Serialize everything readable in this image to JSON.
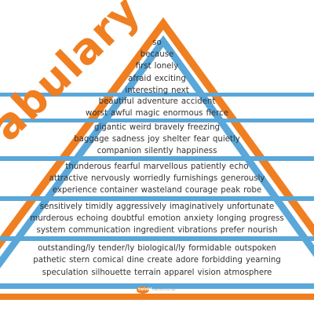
{
  "colors": {
    "orange": "#f07f21",
    "blue": "#5aa7d9",
    "inner_blue": "#4a9bd2",
    "text": "#333333"
  },
  "heading": {
    "text": "abulary"
  },
  "tiers": [
    {
      "rows": [
        [
          "so"
        ],
        [
          "because"
        ],
        [
          "first",
          "lonely"
        ],
        [
          "afraid",
          "exciting"
        ],
        [
          "interesting",
          "next"
        ]
      ]
    },
    {
      "rows": [
        [
          "beautiful",
          "adventure",
          "accident"
        ],
        [
          "worst",
          "awful",
          "magic",
          "enormous",
          "fierce"
        ]
      ]
    },
    {
      "rows": [
        [
          "gigantic",
          "weird",
          "bravely",
          "freezing"
        ],
        [
          "baggage",
          "sadness",
          "joy",
          "shelter",
          "fear",
          "quietly"
        ],
        [
          "companion",
          "silently",
          "happiness"
        ]
      ]
    },
    {
      "rows": [
        [
          "thunderous",
          "fearful",
          "marvellous",
          "patiently",
          "echo"
        ],
        [
          "attractive",
          "nervously",
          "worriedly",
          "furnishings",
          "generously"
        ],
        [
          "experience",
          "container",
          "wasteland",
          "courage",
          "peak",
          "robe"
        ]
      ]
    },
    {
      "rows": [
        [
          "sensitively",
          "timidly",
          "aggressively",
          "imaginatively",
          "unfortunate"
        ],
        [
          "murderous",
          "echoing",
          "doubtful",
          "emotion",
          "anxiety",
          "longing",
          "progress"
        ],
        [
          "system",
          "communication",
          "ingredient",
          "vibrations",
          "prefer",
          "nourish"
        ]
      ]
    },
    {
      "rows": [
        [
          "outstanding/ly",
          "tender/ly",
          "biological/ly",
          "formidable",
          "outspoken"
        ],
        [
          "pathetic",
          "stern",
          "comical",
          "dine",
          "create",
          "adore",
          "forbidding",
          "yearning"
        ],
        [
          "speculation",
          "silhouette",
          "terrain",
          "apparel",
          "vision",
          "atmosphere"
        ]
      ]
    }
  ],
  "footer": {
    "logo_text": "twinkl",
    "url": "twinkl.co.uk"
  }
}
